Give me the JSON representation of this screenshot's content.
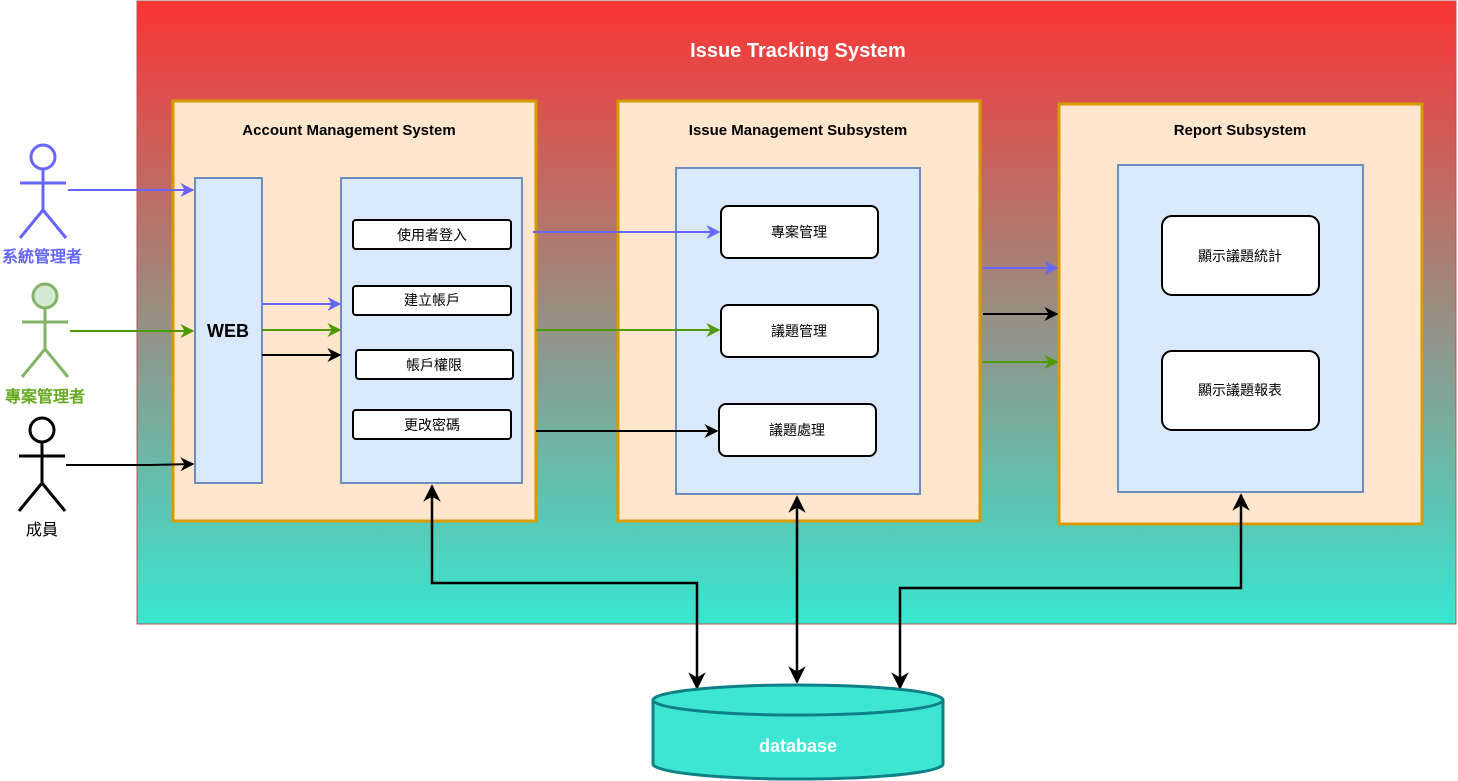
{
  "system": {
    "title": "Issue Tracking System"
  },
  "subsystems": {
    "account": {
      "title": "Account Management System"
    },
    "issue": {
      "title": "Issue Management Subsystem"
    },
    "report": {
      "title": "Report Subsystem"
    }
  },
  "web": {
    "label": "WEB"
  },
  "account_functions": [
    "使用者登入",
    "建立帳戶",
    "帳戶權限",
    "更改密碼"
  ],
  "issue_functions": [
    "專案管理",
    "議題管理",
    "議題處理"
  ],
  "report_functions": [
    "顯示議題統計",
    "顯示議題報表"
  ],
  "actors": [
    {
      "name": "系統管理者",
      "color": "#6666ff"
    },
    {
      "name": "專案管理者",
      "color": "#66aa22"
    },
    {
      "name": "成員",
      "color": "#000000"
    }
  ],
  "database": {
    "label": "database"
  },
  "colors": {
    "gradient_top": "#fa3535",
    "gradient_bottom": "#38e6d0",
    "subsystem_fill": "#ffe6cc",
    "subsystem_border": "#d79b00",
    "inner_fill": "#dae8fc",
    "inner_border": "#6c8ebf",
    "blue_arrow": "#6666ff",
    "green_arrow": "#4d9900",
    "database_fill": "#3ce6d2",
    "database_border": "#0e8088"
  }
}
